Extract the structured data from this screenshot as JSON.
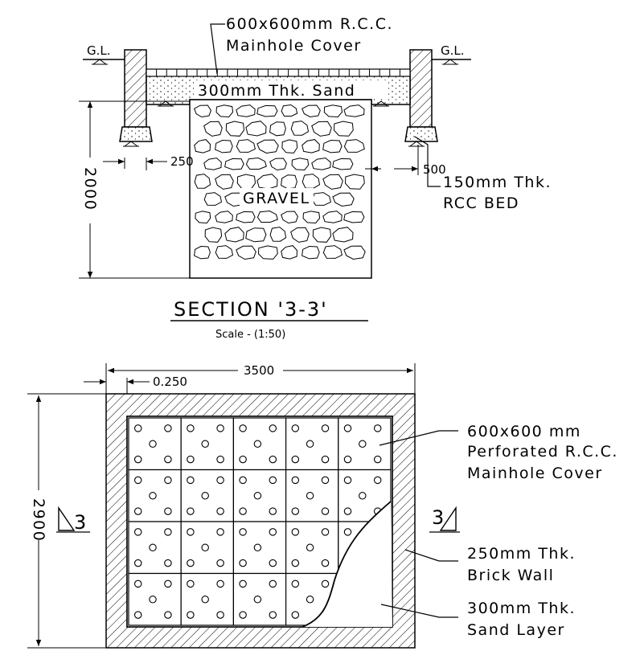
{
  "section": {
    "ground_level_left": "G.L.",
    "ground_level_right": "G.L.",
    "cover_label_1": "600x600mm R.C.C.",
    "cover_label_2": "Mainhole Cover",
    "sand_label": "300mm Thk. Sand",
    "gravel_label": "GRAVEL",
    "rcc_bed_label_1": "150mm Thk.",
    "rcc_bed_label_2": "RCC BED",
    "dim_wall": "250",
    "dim_bed": "500",
    "dim_depth": "2000",
    "title": "SECTION '3-3'",
    "scale": "Scale - (1:50)"
  },
  "plan": {
    "dim_width": "3500",
    "dim_wall": "0.250",
    "dim_height": "2900",
    "section_mark_left": "3",
    "section_mark_right": "3",
    "cover_label_1": "600x600  mm",
    "cover_label_2": "Perforated R.C.C.",
    "cover_label_3": "Mainhole Cover",
    "wall_label_1": "250mm Thk.",
    "wall_label_2": "Brick Wall",
    "sand_label_1": "300mm Thk.",
    "sand_label_2": "Sand Layer",
    "grid_cols": 5,
    "grid_rows": 4
  }
}
